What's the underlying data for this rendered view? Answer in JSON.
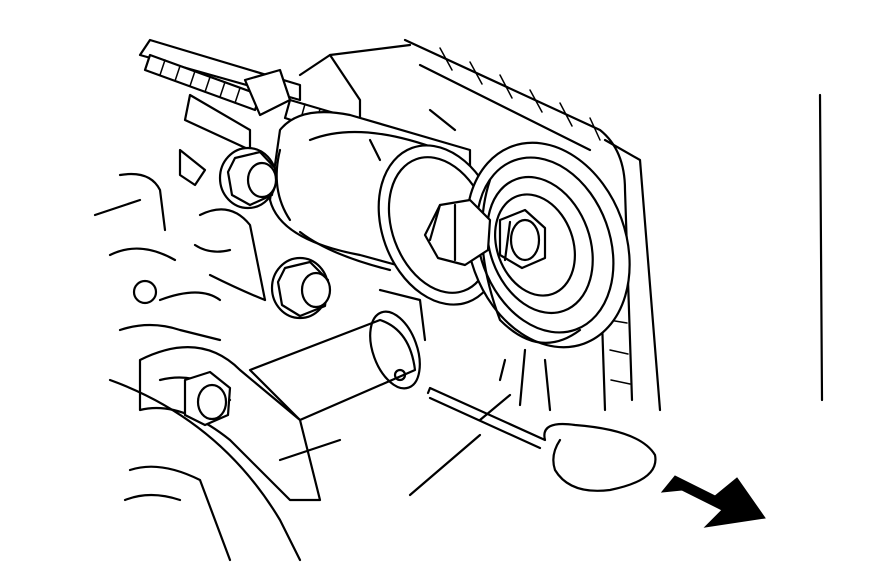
{
  "figure": {
    "background": "#ffffff",
    "line_color": "#000000",
    "components": [
      "timing-belt",
      "idler-pulley",
      "belt-tensioner-body",
      "tensioner-adjuster-bolt",
      "tensioner-mounting-bolts",
      "tensioner-pulley-bolt",
      "lower-bracket-bolt",
      "retaining-pin",
      "direction-arrow"
    ]
  }
}
